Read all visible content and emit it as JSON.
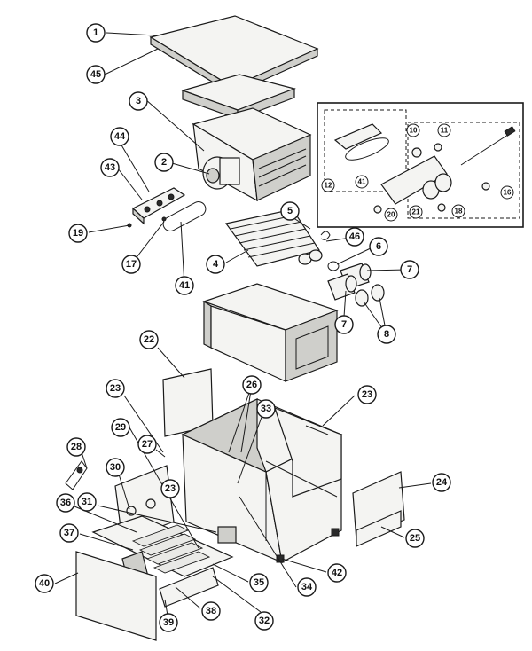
{
  "callouts": [
    {
      "id": "c1",
      "label": "1"
    },
    {
      "id": "c45",
      "label": "45"
    },
    {
      "id": "c3",
      "label": "3"
    },
    {
      "id": "c2",
      "label": "2"
    },
    {
      "id": "c44",
      "label": "44"
    },
    {
      "id": "c43",
      "label": "43"
    },
    {
      "id": "c19",
      "label": "19"
    },
    {
      "id": "c17",
      "label": "17"
    },
    {
      "id": "c41",
      "label": "41"
    },
    {
      "id": "c5",
      "label": "5"
    },
    {
      "id": "c4",
      "label": "4"
    },
    {
      "id": "c46",
      "label": "46"
    },
    {
      "id": "c6",
      "label": "6"
    },
    {
      "id": "c7a",
      "label": "7"
    },
    {
      "id": "c7b",
      "label": "7"
    },
    {
      "id": "c8",
      "label": "8"
    },
    {
      "id": "c22",
      "label": "22"
    },
    {
      "id": "c23a",
      "label": "23"
    },
    {
      "id": "c26",
      "label": "26"
    },
    {
      "id": "c33",
      "label": "33"
    },
    {
      "id": "c23b",
      "label": "23"
    },
    {
      "id": "c28",
      "label": "28"
    },
    {
      "id": "c29",
      "label": "29"
    },
    {
      "id": "c27",
      "label": "27"
    },
    {
      "id": "c23c",
      "label": "23"
    },
    {
      "id": "c30",
      "label": "30"
    },
    {
      "id": "c36",
      "label": "36"
    },
    {
      "id": "c31",
      "label": "31"
    },
    {
      "id": "c37",
      "label": "37"
    },
    {
      "id": "c40",
      "label": "40"
    },
    {
      "id": "c35",
      "label": "35"
    },
    {
      "id": "c34",
      "label": "34"
    },
    {
      "id": "c42",
      "label": "42"
    },
    {
      "id": "c24",
      "label": "24"
    },
    {
      "id": "c25",
      "label": "25"
    },
    {
      "id": "c38",
      "label": "38"
    },
    {
      "id": "c39",
      "label": "39"
    },
    {
      "id": "c32",
      "label": "32"
    }
  ],
  "inset_callouts": [
    {
      "id": "i10",
      "label": "10"
    },
    {
      "id": "i11",
      "label": "11"
    },
    {
      "id": "i12",
      "label": "12"
    },
    {
      "id": "i41",
      "label": "41"
    },
    {
      "id": "i21",
      "label": "21"
    },
    {
      "id": "i20",
      "label": "20"
    },
    {
      "id": "i18",
      "label": "18"
    },
    {
      "id": "i16",
      "label": "16"
    }
  ]
}
